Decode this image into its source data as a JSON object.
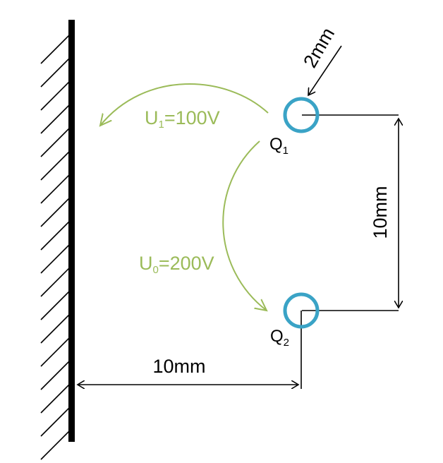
{
  "colors": {
    "wall": "#000000",
    "hatch": "#000000",
    "charge_ring": "#3aa3c6",
    "voltage_arrow": "#9bbb59",
    "dimension": "#000000"
  },
  "charges": [
    {
      "letter": "Q",
      "sub": "1"
    },
    {
      "letter": "Q",
      "sub": "2"
    }
  ],
  "voltages": [
    {
      "letter": "U",
      "sub": "1",
      "rest": "=100V"
    },
    {
      "letter": "U",
      "sub": "0",
      "rest": "=200V"
    }
  ],
  "dimensions": {
    "horizontal": "10mm",
    "vertical": "10mm",
    "diameter": "2mm"
  }
}
